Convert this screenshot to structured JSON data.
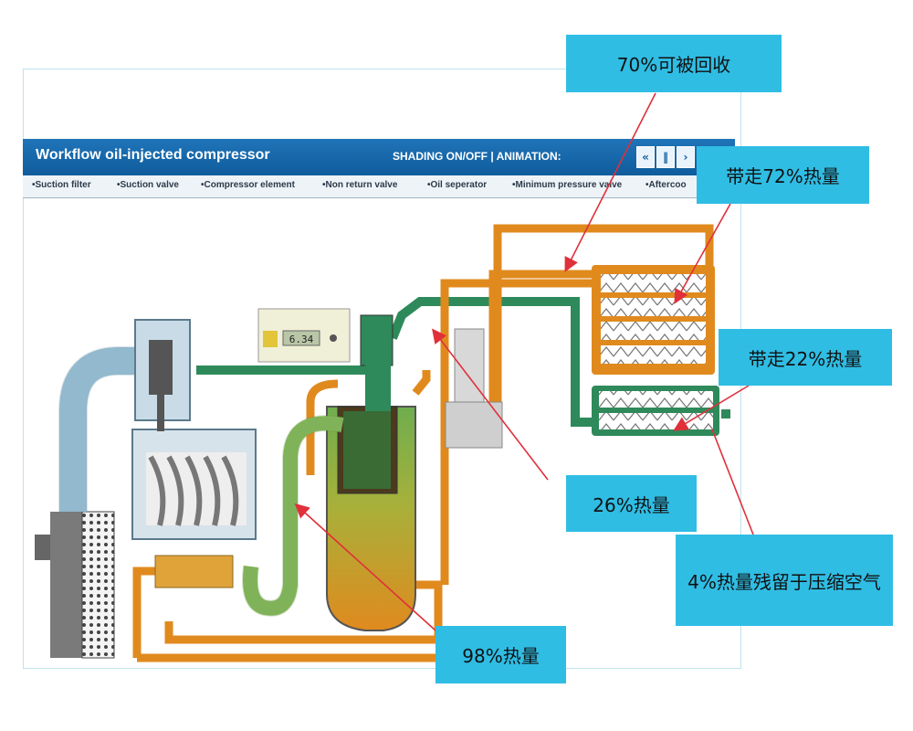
{
  "window": {
    "title": "Workflow oil-injected compressor",
    "shading_label": "SHADING ON/OFF | ANIMATION:",
    "controls": [
      {
        "name": "rewind-button",
        "symbol": "«"
      },
      {
        "name": "pause-button",
        "symbol": "‖"
      },
      {
        "name": "play-button",
        "symbol": "›"
      }
    ]
  },
  "nav": {
    "items": [
      "•Suction filter",
      "•Suction valve",
      "•Compressor element",
      "•Non return valve",
      "•Oil seperator",
      "•Minimum pressure valve",
      "•Aftercoo"
    ]
  },
  "callouts": {
    "recoverable": "70%可被回收",
    "oil_cooler": "带走72%热量",
    "aftercooler": "带走22%热量",
    "heat_26": "26%热量",
    "residual": "4%热量残留于压缩空气",
    "heat_98": "98%热量"
  },
  "controller": {
    "display": "6.34"
  },
  "colors": {
    "oil": "#e08a1e",
    "air": "#2e8a5a",
    "green_light": "#8cc063",
    "intake": "#9ec7dc",
    "callout": "#2fbde4",
    "arrow": "#e0303a"
  }
}
